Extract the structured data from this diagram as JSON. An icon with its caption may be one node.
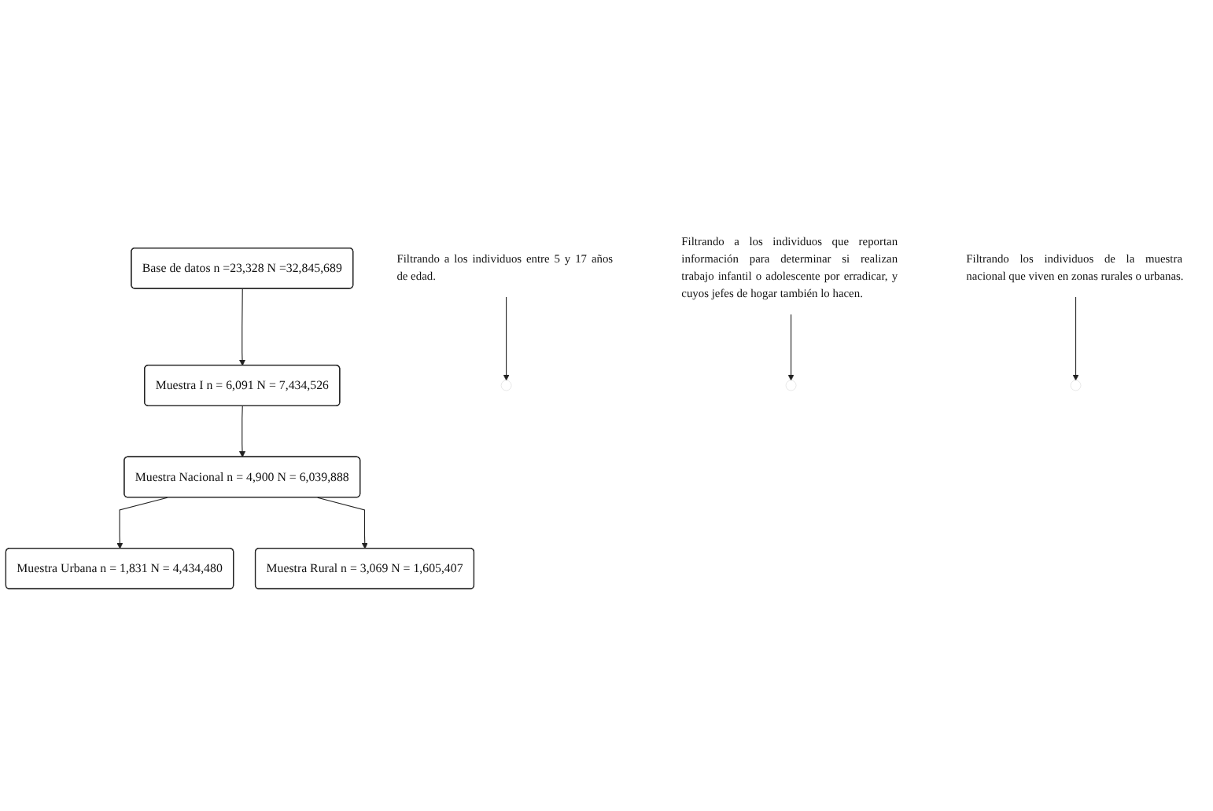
{
  "diagram": {
    "nodes": [
      {
        "text": [
          "Base de datos n =23,328 N =32,845,689"
        ]
      },
      {
        "text": [
          "Muestra I n = 6,091 N = 7,434,526"
        ]
      },
      {
        "text": [
          "Muestra Nacional n = 4,900 N = 6,039,888"
        ]
      },
      {
        "text": [
          "Muestra Urbana n = 1,831 N = 4,434,480"
        ]
      },
      {
        "text": [
          "Muestra Rural n = 3,069 N = 1,605,407"
        ]
      },
      {
        "text": [
          "Filtrando a los individuos entre 5 y 17 años de edad."
        ]
      },
      {
        "text": [
          "Filtrando a los individuos que reportan información para determinar si realizan trabajo infantil o adolescente por erradicar, y cuyos jefes de hogar también lo hacen."
        ]
      },
      {
        "text": [
          "Filtrando los individuos de la muestra nacional que viven en zonas rurales o urbanas."
        ]
      }
    ],
    "edges": [
      {
        "from": 0,
        "to": 1,
        "arrow": "to"
      },
      {
        "from": 1,
        "to": 2,
        "arrow": "to"
      },
      {
        "from": 2,
        "to": 3,
        "arrow": "to"
      },
      {
        "from": 2,
        "to": 4,
        "arrow": "to"
      },
      {
        "from": 5,
        "to": null,
        "arrow": "to"
      },
      {
        "from": 6,
        "to": null,
        "arrow": "to"
      },
      {
        "from": 7,
        "to": null,
        "arrow": "to"
      }
    ]
  }
}
